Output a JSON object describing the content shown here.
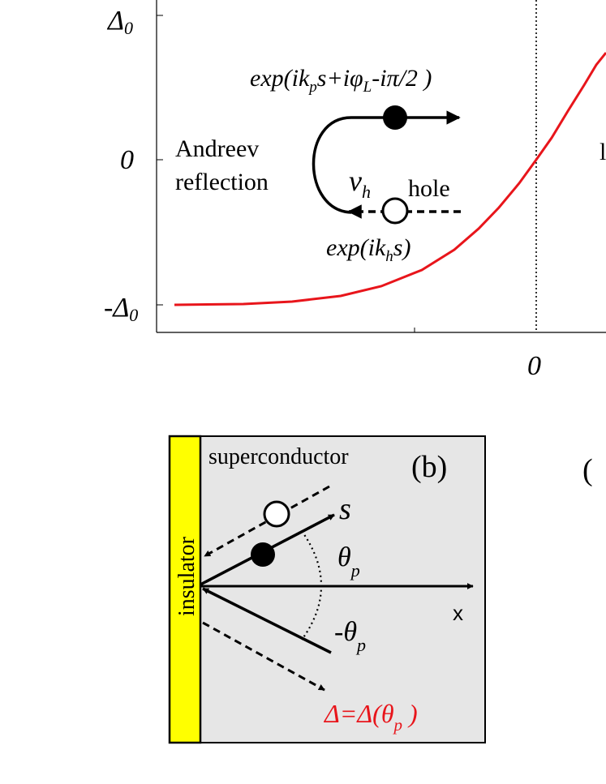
{
  "panel_a": {
    "y_ticks": {
      "top_sym": "Δ",
      "top_sub": "0",
      "mid": "0",
      "bottom_prefix": "-",
      "bottom_sym": "Δ",
      "bottom_sub": "0"
    },
    "x_tick": "0",
    "andreev_line1": "Andreev",
    "andreev_line2": "reflection",
    "particle_exp": {
      "a": "exp(ik",
      "sub_p": "p",
      "b": "s+iφ",
      "sub_L": "L",
      "c": "-iπ/2 )"
    },
    "hole_exp": {
      "a": "exp(ik",
      "sub_h": "h",
      "b": "s)"
    },
    "velocity": {
      "sym": "v",
      "sub": "h"
    },
    "hole_label": "hole",
    "right_fragment": "l",
    "curve_color": "#e8151b"
  },
  "panel_b": {
    "superconductor_label": "superconductor",
    "panel_label": "(b)",
    "insulator_label": "insulator",
    "s_label": "s",
    "theta_pos": {
      "sym": "θ",
      "sub": "p"
    },
    "theta_neg": {
      "pre": "-θ",
      "sub": "p"
    },
    "x_label": "x",
    "delta_eq": {
      "a": "Δ=Δ(θ",
      "sub": "p",
      "b": " )"
    },
    "colors": {
      "background": "#e6e6e6",
      "insulator": "#ffff00",
      "delta": "#e8151b"
    }
  },
  "panel_c": {
    "fragment": "("
  }
}
